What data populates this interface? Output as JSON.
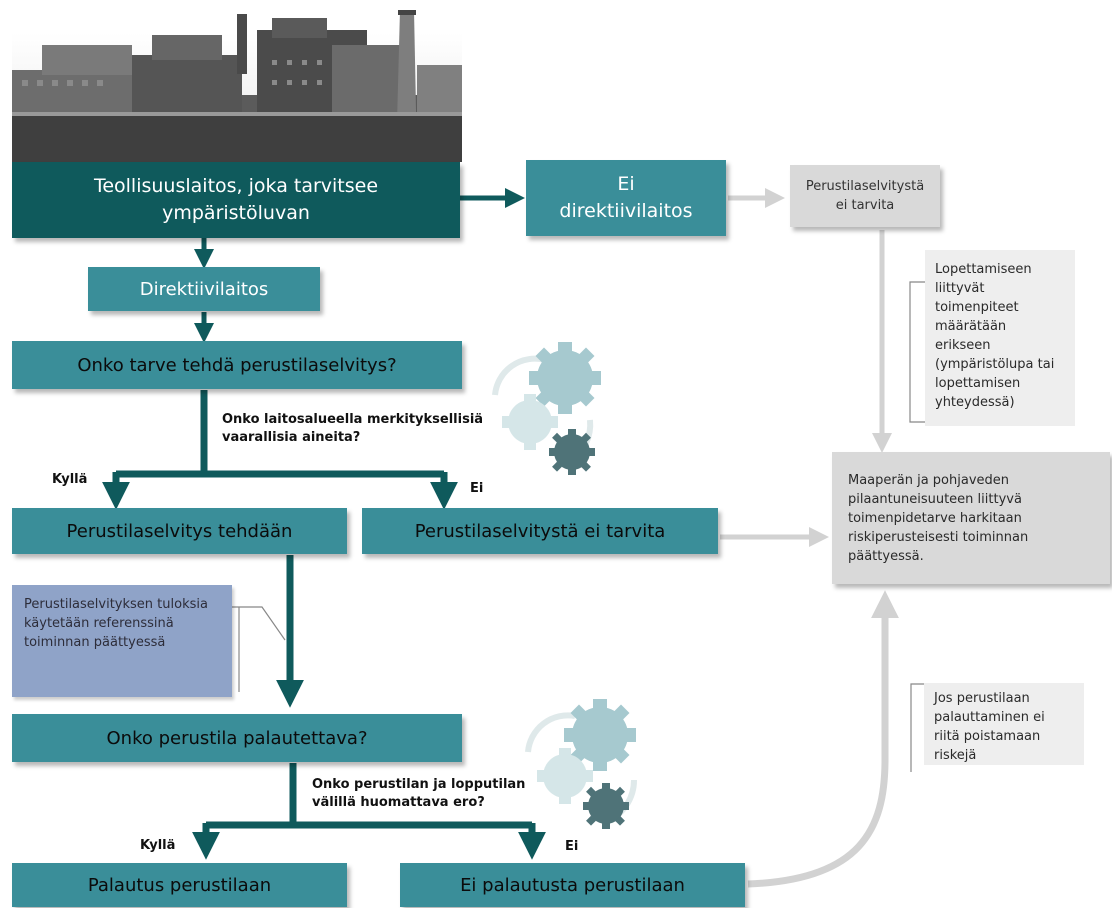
{
  "colors": {
    "dark_box": "#0f5a5c",
    "teal_box": "#3a8e99",
    "gray_box": "#d9d9d9",
    "light_gray_box": "#eeeeee",
    "blue_box": "#8fa3c8",
    "dark_arrow": "#0f5a5c",
    "gray_arrow": "#d2d2d2",
    "gear_light": "#a6c9cf",
    "gear_dark": "#4f7378"
  },
  "photo": {
    "icon": "industrial-plant-photo"
  },
  "nodes": {
    "industrial_plant": "Teollisuuslaitos, joka tarvitsee ympäristöluvan",
    "non_directive": "Ei direktiivilaitos",
    "no_report_needed_top": "Perustilaselvitystä ei tarvita",
    "directive_plant": "Direktiivilaitos",
    "need_question": "Onko tarve tehdä perustilaselvitys?",
    "report_made": "Perustilaselvitys tehdään",
    "report_not_needed": "Perustilaselvitystä ei tarvita",
    "restore_question": "Onko perustila palautettava?",
    "restore": "Palautus perustilaan",
    "no_restore": "Ei palautusta perustilaan",
    "soil_groundwater": "Maaperän ja pohjaveden pilaantuneisuuteen liittyvä toimenpidetarve harkitaan riskiperusteisesti toiminnan päättyessä."
  },
  "notes": {
    "closure_measures": "Lopettamiseen liittyvät toimenpiteet määrätään erikseen (ympäristölupa tai lopettamisen yhteydessä)",
    "reference_use": "Perustilaselvityksen tuloksia käytetään referenssinä toiminnan päättyessä",
    "restore_insufficient": "Jos perustilaan palauttaminen ei riitä poistamaan riskejä"
  },
  "questions": {
    "hazardous_substances": "Onko laitosalueella merkityksellisiä vaarallisia aineita?",
    "significant_difference": "Onko perustilan ja lopputilan välillä huomattava ero?"
  },
  "labels": {
    "yes_1": "Kyllä",
    "no_1": "Ei",
    "yes_2": "Kyllä",
    "no_2": "Ei"
  },
  "icons": {
    "gears_1": "gears-icon",
    "gears_2": "gears-icon"
  }
}
